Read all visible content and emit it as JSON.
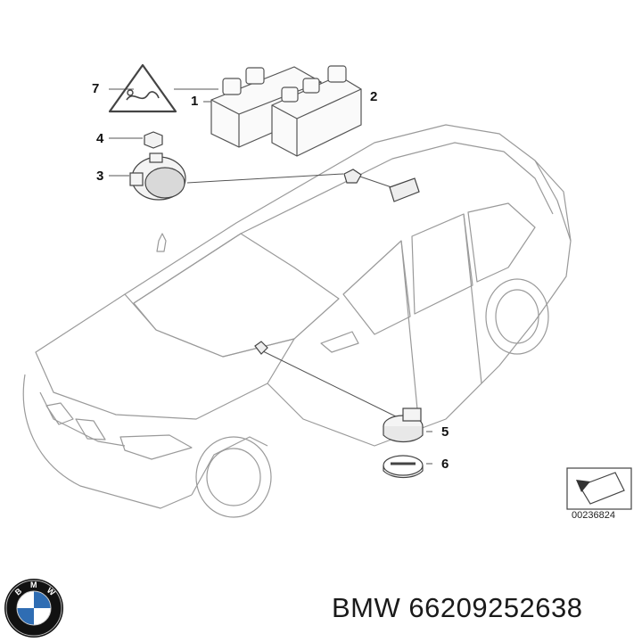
{
  "diagram": {
    "callouts": [
      {
        "id": "1",
        "label": "1"
      },
      {
        "id": "2",
        "label": "2"
      },
      {
        "id": "3",
        "label": "3"
      },
      {
        "id": "4",
        "label": "4"
      },
      {
        "id": "5",
        "label": "5"
      },
      {
        "id": "6",
        "label": "6"
      },
      {
        "id": "7",
        "label": "7"
      }
    ],
    "reference_code": "00236824"
  },
  "caption": {
    "text": "BMW 66209252638"
  },
  "logo": {
    "letters": "BMW",
    "colors": {
      "ring": "#111111",
      "blue": "#2f6db3",
      "white": "#ffffff"
    }
  },
  "colors": {
    "line": "#8a8a8a",
    "dark_line": "#333333"
  }
}
